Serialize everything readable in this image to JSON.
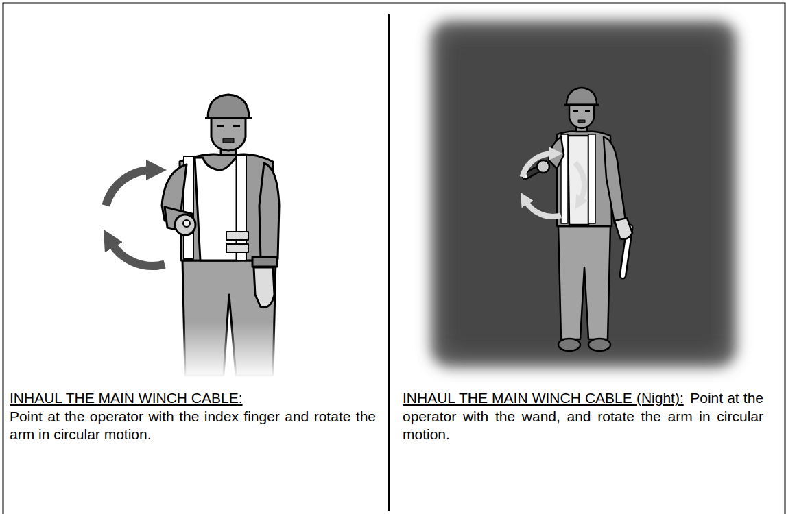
{
  "diagram": {
    "nodes": [
      {
        "text": [
          "INHAUL THE MAIN WINCH CABLE:",
          "Point at the operator with the index finger and rotate the arm in circular motion."
        ]
      },
      {
        "text": [
          "INHAUL THE MAIN WINCH CABLE (Night):",
          "Point at the operator with the wand, and rotate the arm in circular motion."
        ]
      }
    ]
  }
}
